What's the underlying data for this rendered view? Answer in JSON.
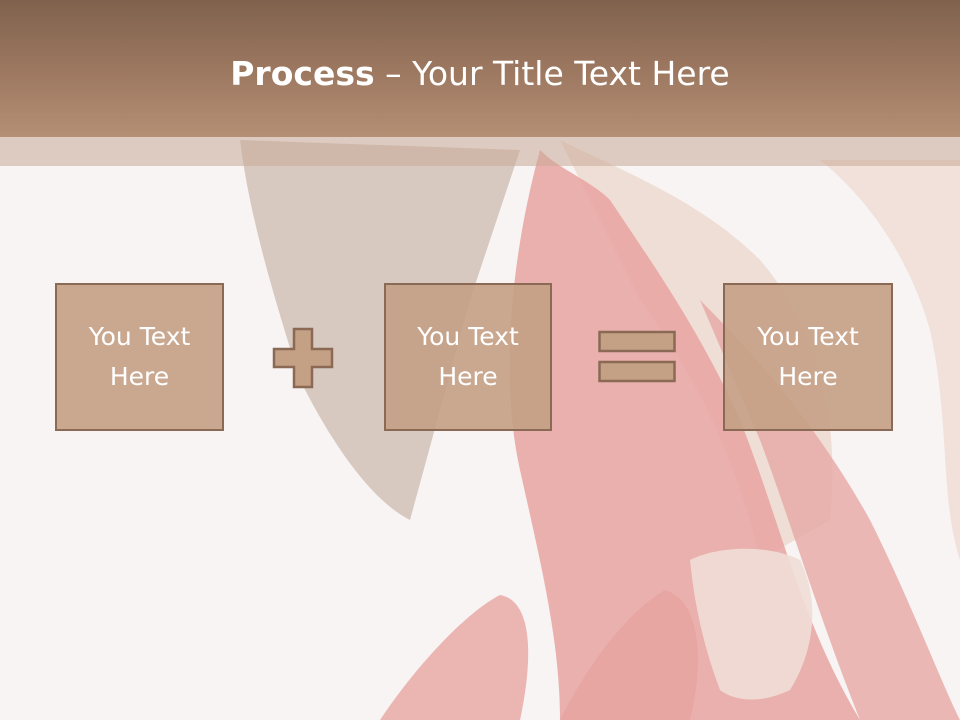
{
  "slide": {
    "title_bold": "Process",
    "title_rest": " – Your Title Text Here",
    "boxes": [
      {
        "line1": "You Text",
        "line2": "Here"
      },
      {
        "line1": "You Text",
        "line2": "Here"
      },
      {
        "line1": "You Text",
        "line2": "Here"
      }
    ],
    "plus_icon": "plus-icon",
    "equals_icon": "equals-icon"
  },
  "colors": {
    "title_bar_top": "#7f624d",
    "title_bar_bottom": "#b58f74",
    "box_fill": "#c4a085",
    "box_border": "#8a6a55",
    "text": "#ffffff",
    "background": "#f7f4f3"
  }
}
